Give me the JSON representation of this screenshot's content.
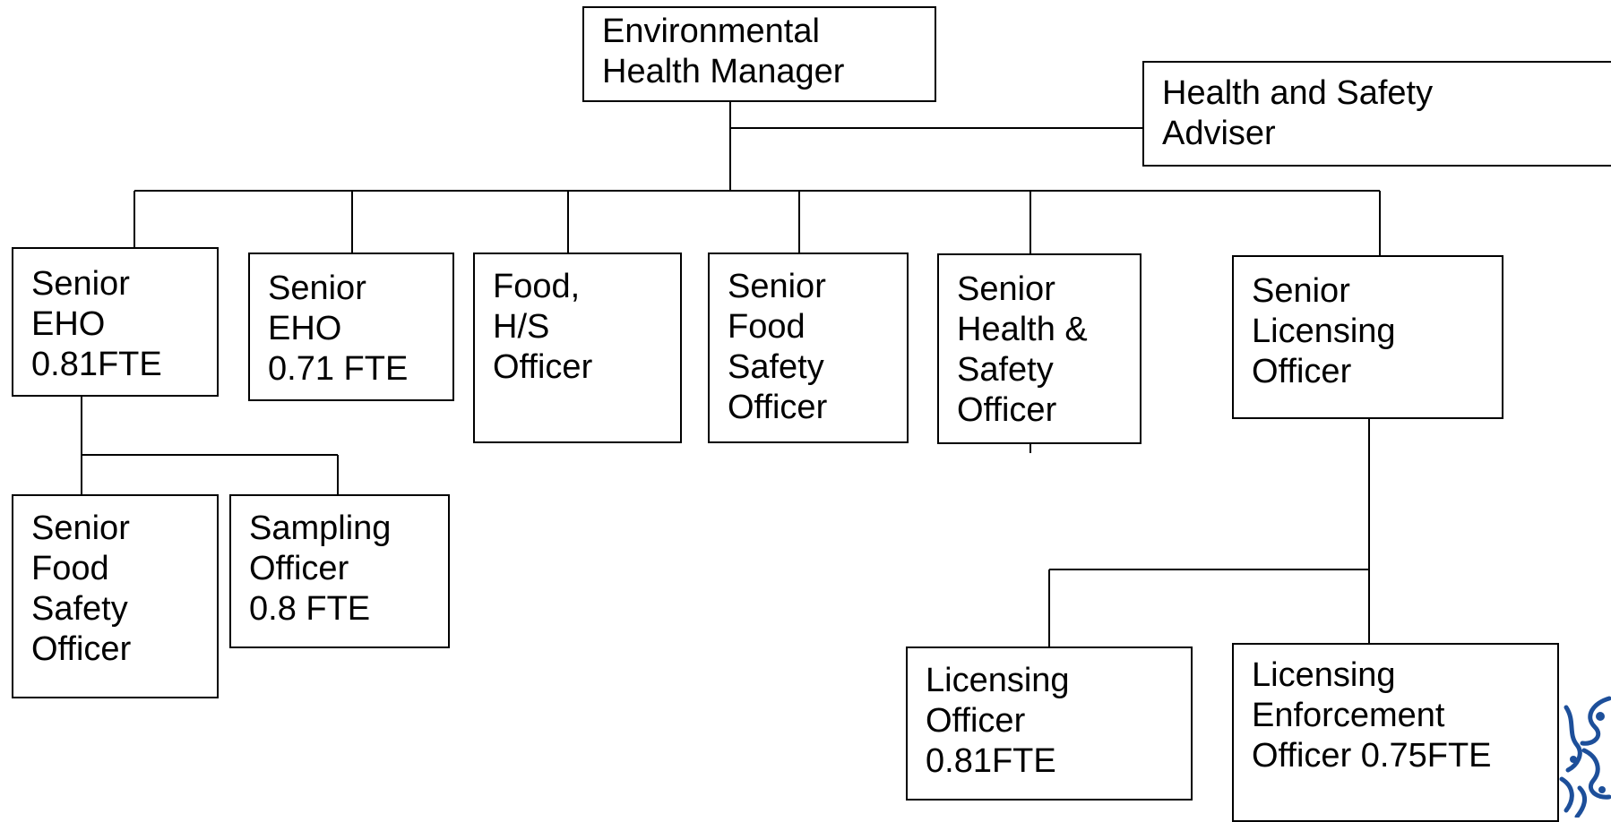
{
  "nodes": {
    "manager": "Environmental\nHealth Manager",
    "hs_adviser": "Health and Safety\nAdviser",
    "senior_eho_081": "Senior\nEHO\n0.81FTE",
    "senior_eho_071": "Senior\nEHO\n0.71 FTE",
    "food_hs_officer": "Food,\nH/S\nOfficer",
    "senior_food_safety_1": "Senior\nFood\nSafety\nOfficer",
    "senior_health_safety": "Senior\nHealth &\nSafety\nOfficer",
    "senior_licensing": "Senior\nLicensing\nOfficer",
    "senior_food_safety_2": "Senior\nFood\nSafety\nOfficer",
    "sampling_officer": "Sampling\nOfficer\n0.8 FTE",
    "licensing_officer": "Licensing\nOfficer\n0.81FTE",
    "licensing_enforcement": "Licensing\nEnforcement\nOfficer 0.75FTE"
  },
  "colors": {
    "line": "#000000",
    "box_border": "#000000",
    "crest_blue": "#1d4f9a"
  },
  "icons": {
    "crest": "council-crest-icon"
  }
}
